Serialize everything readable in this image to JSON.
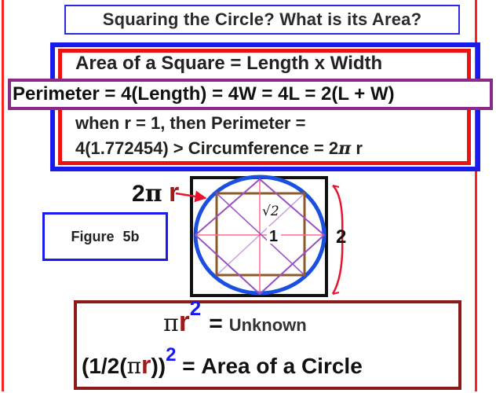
{
  "title": "Squaring the Circle? What is its Area?",
  "formulas": {
    "area_line": "Area of a Square = Length x Width",
    "perimeter_line": "Perimeter = 4(Length) = 4W = 4L = 2(L + W)",
    "when_line": "when r = 1, then Perimeter =",
    "circ_prefix": "4(1.772454) > Circumference = 2",
    "circ_pi": "π",
    "circ_r": "r"
  },
  "diagram": {
    "label_two": "2",
    "label_pi": "π",
    "label_r": "r",
    "figure_label": "Figure 5b",
    "radius_label": "1",
    "sqrt_label": "√2",
    "side_label": "2",
    "colors": {
      "outer_square": "#111111",
      "circle": "#1a4fe0",
      "inscribed_square": "#8b5a2b",
      "diamond": "#9a4fc4",
      "guide": "#ff6b8a",
      "arrow": "#e8142e"
    }
  },
  "answer": {
    "eq1_pi": "π",
    "eq1_r": "r",
    "eq1_exp": "2",
    "eq1_equals": "=",
    "eq1_word": "Unknown",
    "eq2_open": "(1/2(",
    "eq2_pi": "π",
    "eq2_r": "r",
    "eq2_close": "))",
    "eq2_exp": "2",
    "eq2_rest": "= Area of a Circle"
  }
}
